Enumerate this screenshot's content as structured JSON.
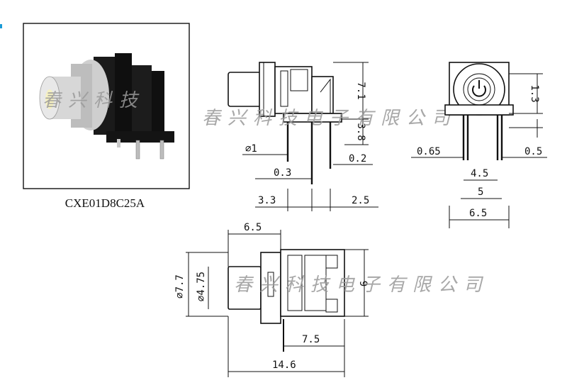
{
  "product": {
    "model": "CXE01D8C25A"
  },
  "watermark": {
    "photo": "春兴科技",
    "side": "春兴科技电子有限公司",
    "bottom": "春兴科技电子有限公司"
  },
  "dimensions": {
    "side_height_top": "7.1",
    "side_height_bottom": "3.8",
    "pin_diameter": "⌀1",
    "pin_spacing_small": "0.2",
    "pin_spacing_mid": "0.3",
    "left_offset": "3.3",
    "right_offset": "2.5",
    "front_top_height": "1.3",
    "front_pin_left": "0.65",
    "front_pin_right": "0.5",
    "front_span_inner": "4.5",
    "front_span_mid": "5",
    "front_width": "6.5",
    "bottom_knob_length": "6.5",
    "bottom_outer_dia": "⌀7.7",
    "bottom_inner_dia": "⌀4.75",
    "bottom_body_height": "9",
    "bottom_body_length": "7.5",
    "bottom_total_length": "14.6"
  },
  "colors": {
    "line": "#111111",
    "watermark": "#9a9a9a",
    "accent": "#1a9bd7"
  }
}
